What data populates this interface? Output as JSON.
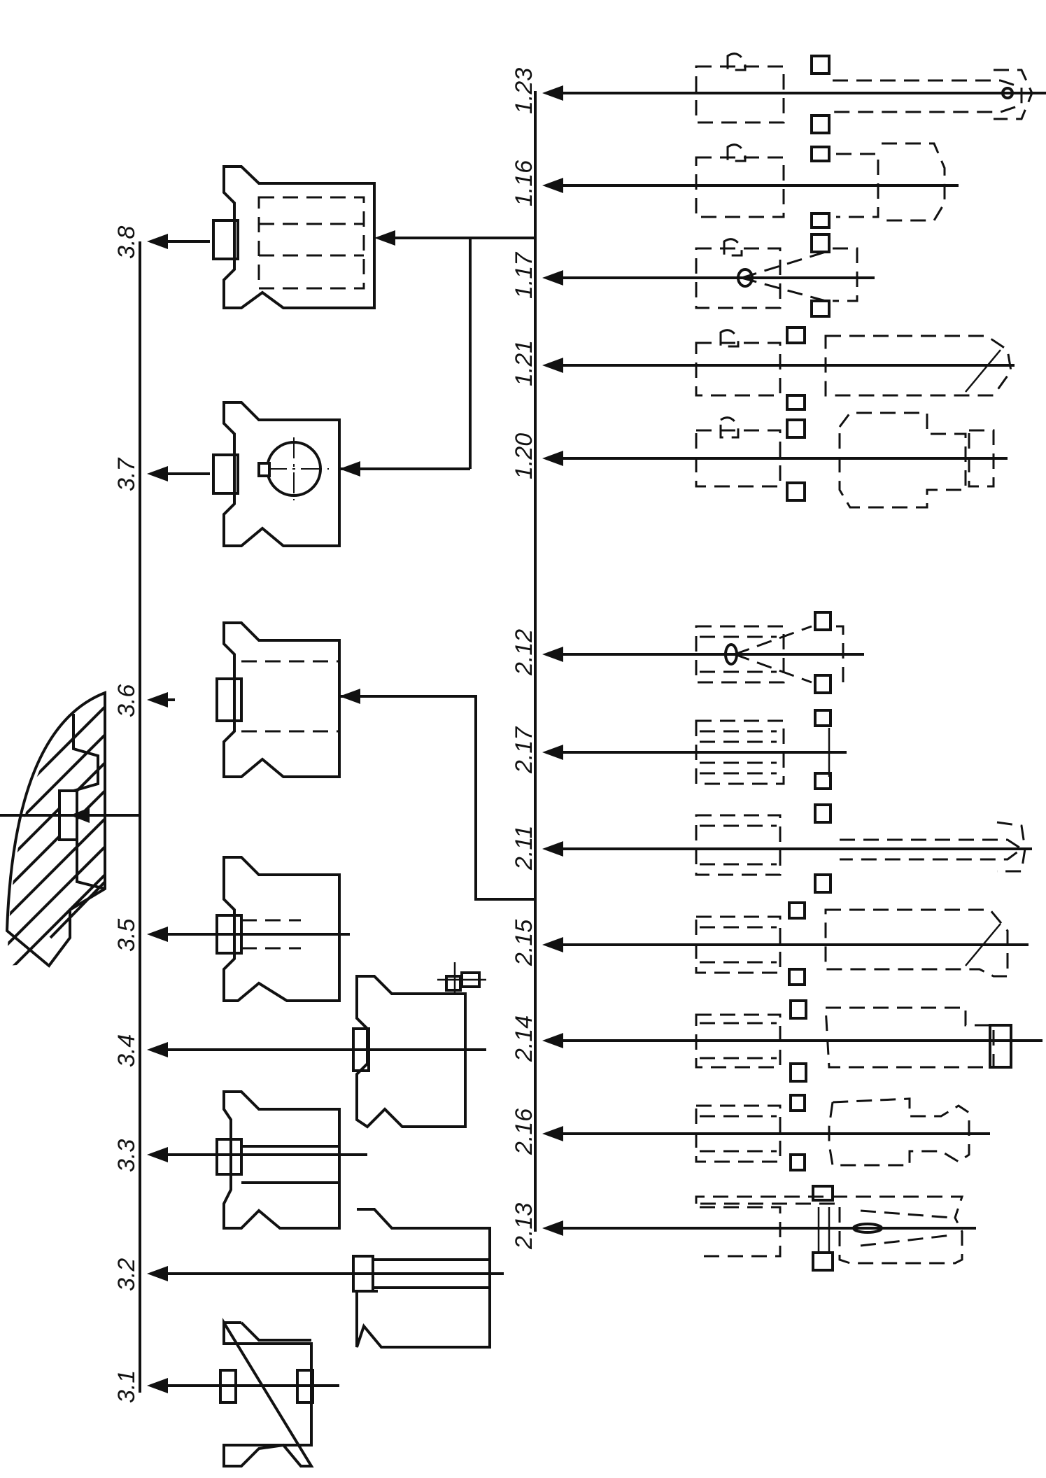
{
  "labels": {
    "fixtures": [
      "3.1",
      "3.2",
      "3.3",
      "3.4",
      "3.5",
      "3.6",
      "3.7",
      "3.8"
    ],
    "group_2": [
      "2.13",
      "2.16",
      "2.14",
      "2.15",
      "2.11",
      "2.17",
      "2.12"
    ],
    "group_1": [
      "1.20",
      "1.21",
      "1.17",
      "1.16",
      "1.23"
    ]
  }
}
